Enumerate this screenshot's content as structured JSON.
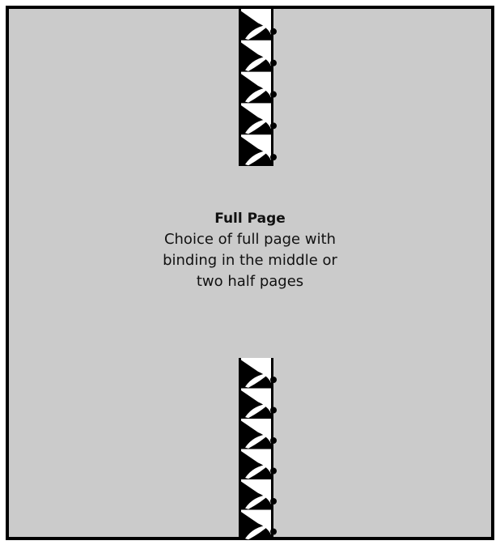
{
  "caption": {
    "title": "Full Page",
    "lines": [
      "Choice of full page with",
      "binding in the middle or",
      "two half pages"
    ]
  },
  "binding": {
    "top_loops": 5,
    "bottom_loops": 6
  },
  "colors": {
    "page": "#cbcbcb",
    "frame": "#000000",
    "coil": "#000000",
    "coil_gap": "#ffffff"
  }
}
